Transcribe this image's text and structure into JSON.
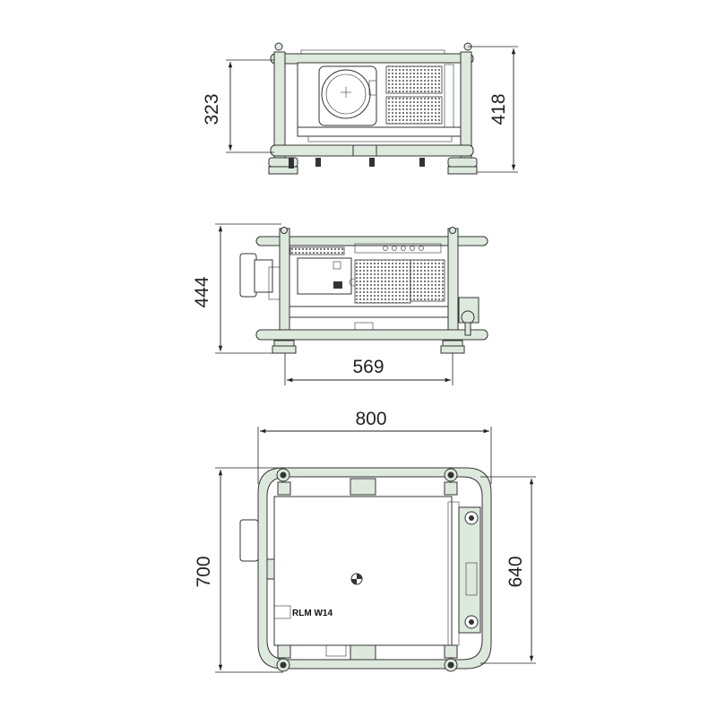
{
  "colors": {
    "frame": "#dde9dd",
    "line": "#333333",
    "text": "#222222"
  },
  "views": {
    "front": {
      "height_frame": "323",
      "height_total": "418"
    },
    "side": {
      "height": "444",
      "depth": "569"
    },
    "top": {
      "width": "800",
      "depth_total": "700",
      "depth_frame": "640",
      "model_label": "RLM W14"
    }
  }
}
